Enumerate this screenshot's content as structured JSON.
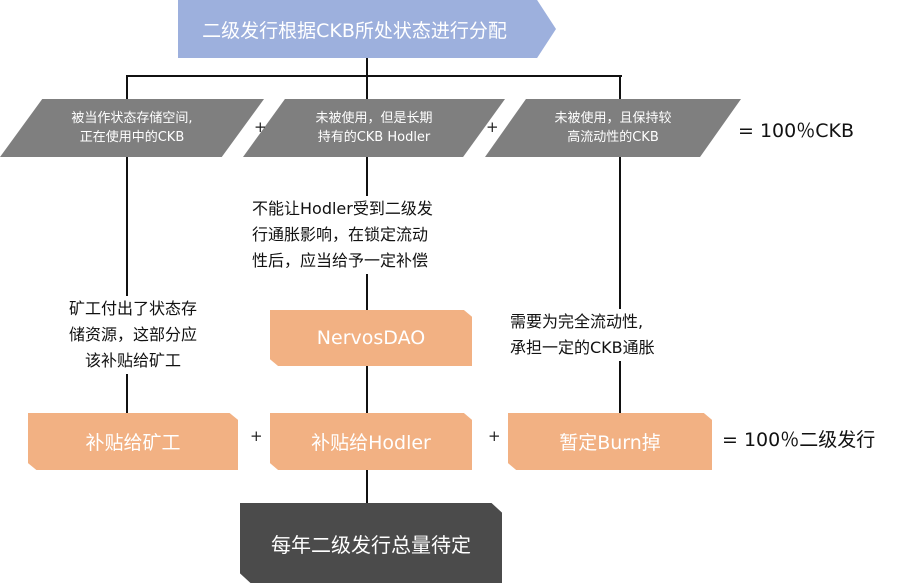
{
  "top": "二级发行根据CKB所处状态进行分配",
  "states": [
    [
      "被当作状态存储空间,",
      "正在使用中的CKB"
    ],
    [
      "未被使用，但是长期",
      "持有的CKB Hodler"
    ],
    [
      "未被使用，且保持较",
      "高流动性的CKB"
    ]
  ],
  "plus": "+",
  "eq_ckb": "= 100％CKB",
  "notes": {
    "miner": [
      "矿工付出了状态存",
      "储资源，这部分应",
      "该补贴给矿工"
    ],
    "hodler": [
      "不能让Hodler受到二级发",
      "行通胀影响，在锁定流动",
      "性后，应当给予一定补偿"
    ],
    "liquid": [
      "需要为完全流动性,",
      "承担一定的CKB通胀"
    ]
  },
  "nervosdao": "NervosDAO",
  "results": [
    "补贴给矿工",
    "补贴给Hodler",
    "暂定Burn掉"
  ],
  "eq_issuance": "= 100％二级发行",
  "bottom": "每年二级发行总量待定"
}
